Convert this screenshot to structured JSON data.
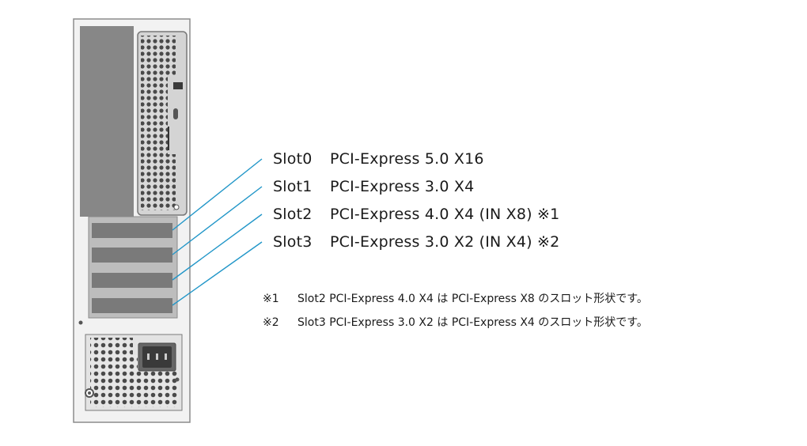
{
  "slots": [
    {
      "name": "Slot0",
      "spec": "PCI-Express 5.0 X16"
    },
    {
      "name": "Slot1",
      "spec": "PCI-Express 3.0 X4"
    },
    {
      "name": "Slot2",
      "spec": "PCI-Express 4.0 X4 (IN X8) ※1"
    },
    {
      "name": "Slot3",
      "spec": "PCI-Express 3.0 X2 (IN X4) ※2"
    }
  ],
  "notes": [
    {
      "mark": "※1",
      "text": "Slot2 PCI-Express 4.0 X4 は PCI-Express X8 のスロット形状です。"
    },
    {
      "mark": "※2",
      "text": "Slot3 PCI-Express 3.0 X2 は PCI-Express X4 のスロット形状です。"
    }
  ],
  "colors": {
    "leader_line": "#2196c8",
    "chassis_fill": "#f2f2f2",
    "panel_dark": "#8a8a8a",
    "slot_cover": "#7a7a7a"
  }
}
